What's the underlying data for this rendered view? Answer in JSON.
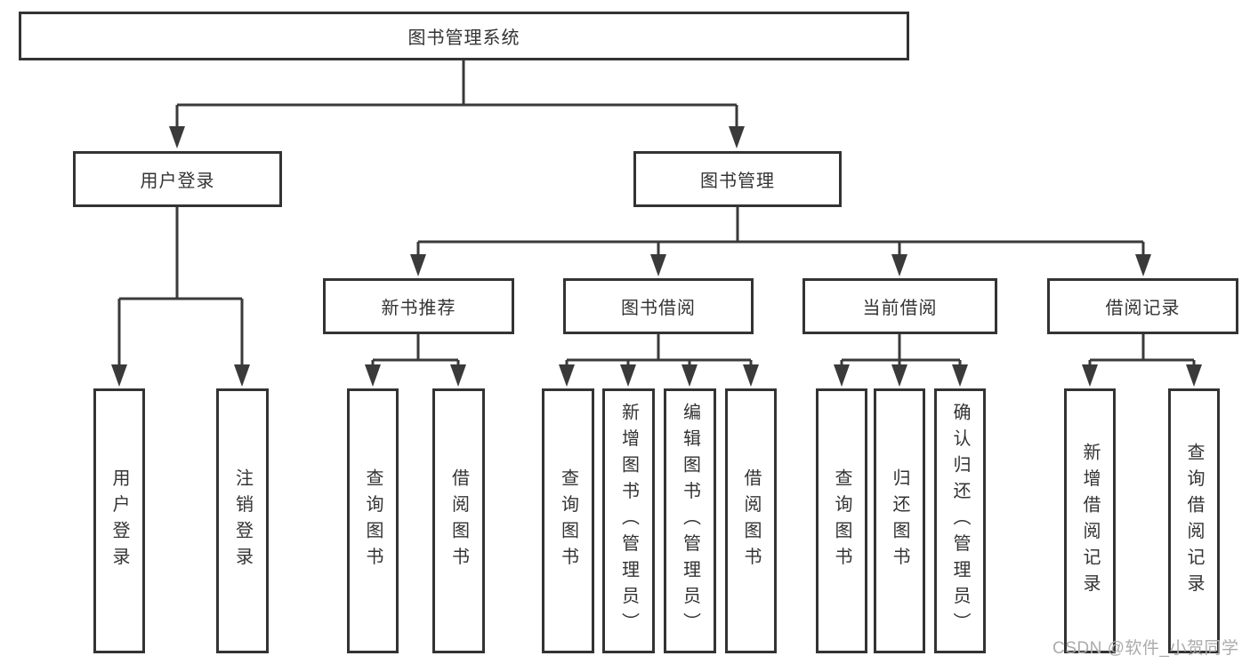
{
  "diagram": {
    "type": "hierarchy",
    "tree": {
      "label": "图书管理系统",
      "children": [
        {
          "label": "用户登录",
          "children": [
            {
              "label": "用户登录"
            },
            {
              "label": "注销登录"
            }
          ]
        },
        {
          "label": "图书管理",
          "children": [
            {
              "label": "新书推荐",
              "children": [
                {
                  "label": "查询图书"
                },
                {
                  "label": "借阅图书"
                }
              ]
            },
            {
              "label": "图书借阅",
              "children": [
                {
                  "label": "查询图书"
                },
                {
                  "label": "新增图书（管理员）"
                },
                {
                  "label": "编辑图书（管理员）"
                },
                {
                  "label": "借阅图书"
                }
              ]
            },
            {
              "label": "当前借阅",
              "children": [
                {
                  "label": "查询图书"
                },
                {
                  "label": "归还图书"
                },
                {
                  "label": "确认归还（管理员）"
                }
              ]
            },
            {
              "label": "借阅记录",
              "children": [
                {
                  "label": "新增借阅记录"
                },
                {
                  "label": "查询借阅记录"
                }
              ]
            }
          ]
        }
      ]
    },
    "colors": {
      "line": "#3a3a3a",
      "box_border": "#333333",
      "text": "#333333",
      "background": "#ffffff",
      "watermark": "#ababab"
    }
  },
  "watermark": {
    "text": "CSDN @软件_小贺同学"
  }
}
